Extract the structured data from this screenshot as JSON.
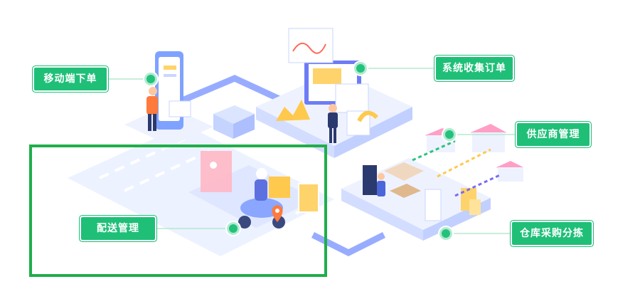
{
  "labels": {
    "mobile_order": "移动端下单",
    "system_collect": "系统收集订单",
    "supplier": "供应商管理",
    "delivery": "配送管理",
    "warehouse": "仓库采购分拣"
  },
  "colors": {
    "label_bg": "#1fbf78",
    "highlight_border": "#1fae4a",
    "road": "#dfe8ff",
    "track": "#6f8cff",
    "platform": "#eef2ff"
  }
}
